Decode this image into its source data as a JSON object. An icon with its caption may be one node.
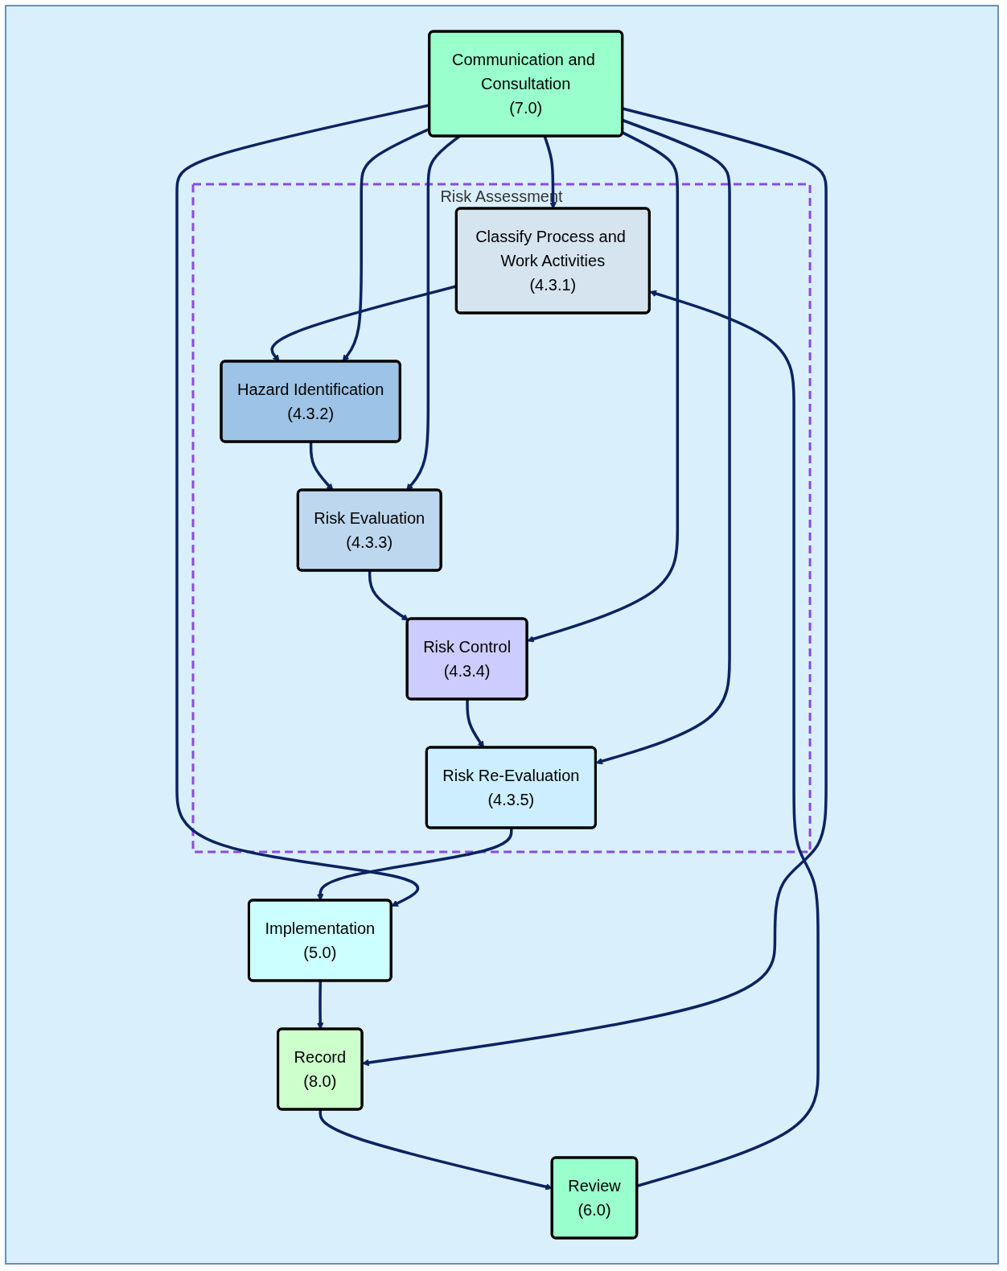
{
  "diagram": {
    "nodes": [
      {
        "text": [
          "Risk Assessment"
        ]
      },
      {
        "text": [
          "Classify Process and Work Activities",
          "(4.3.1)"
        ],
        "in": 0
      },
      {
        "text": [
          "Hazard Identification",
          "(4.3.2)"
        ],
        "in": 0
      },
      {
        "text": [
          "Risk Evaluation",
          "(4.3.3)"
        ],
        "in": 0
      },
      {
        "text": [
          "Risk Control",
          "(4.3.4)"
        ],
        "in": 0
      },
      {
        "text": [
          "Risk Re-Evaluation",
          "(4.3.5)"
        ],
        "in": 0
      },
      {
        "text": [
          "Implementation",
          "(5.0)"
        ]
      },
      {
        "text": [
          "Record",
          "(8.0)"
        ]
      },
      {
        "text": [
          "Communication and Consultation",
          "(7.0)"
        ]
      },
      {
        "text": [
          "Review",
          "(6.0)"
        ]
      }
    ],
    "edges": [
      {
        "from": 1,
        "to": 2,
        "arrow": "to"
      },
      {
        "from": 2,
        "to": 3,
        "arrow": "to"
      },
      {
        "from": 3,
        "to": 4,
        "arrow": "to"
      },
      {
        "from": 4,
        "to": 5,
        "arrow": "to"
      },
      {
        "from": 5,
        "to": 6,
        "arrow": "to"
      },
      {
        "from": 6,
        "to": 7,
        "arrow": "to"
      },
      {
        "from": 7,
        "to": 9,
        "arrow": "to"
      },
      {
        "from": 9,
        "to": 1,
        "arrow": "to"
      },
      {
        "from": 8,
        "to": 1,
        "arrow": "to"
      },
      {
        "from": 8,
        "to": 2,
        "arrow": "to"
      },
      {
        "from": 8,
        "to": 3,
        "arrow": "to"
      },
      {
        "from": 8,
        "to": 4,
        "arrow": "to"
      },
      {
        "from": 8,
        "to": 5,
        "arrow": "to"
      },
      {
        "from": 8,
        "to": 6,
        "arrow": "to"
      },
      {
        "from": 8,
        "to": 7,
        "arrow": "to"
      }
    ]
  }
}
